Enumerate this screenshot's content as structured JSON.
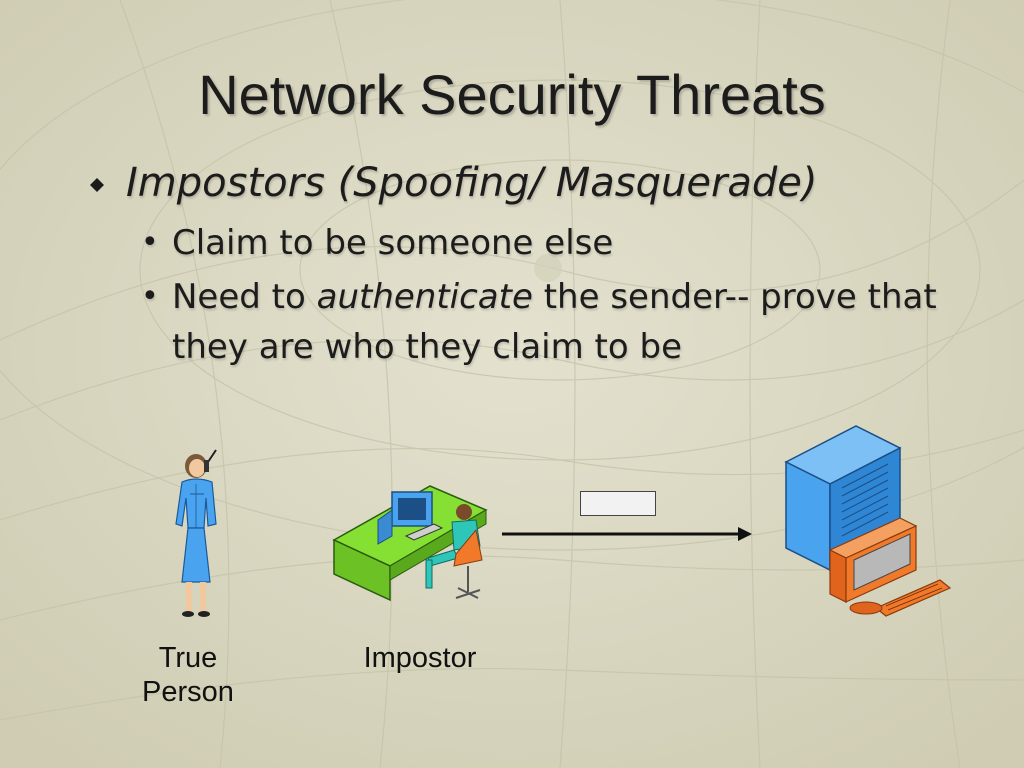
{
  "slide": {
    "title": "Network Security Threats",
    "bullet_main": "Impostors (Spoofing/ Masquerade)",
    "sub_bullets": {
      "b1": {
        "text": "Claim to be someone else"
      },
      "b2": {
        "before": "Need to ",
        "emphasis": "authenticate",
        "after": " the sender-- prove that they are who they claim to be"
      }
    },
    "captions": {
      "true_person_line1": "True",
      "true_person_line2": "Person",
      "impostor": "Impostor"
    },
    "glyphs": {
      "bullet_main": "diamond-bullet",
      "bullet_sub": "•"
    }
  },
  "colors": {
    "background": "#dcdac4",
    "text": "#1c1c1c",
    "desk": "#86e034",
    "server": "#4aa3ee",
    "monitor": "#f07a2a"
  },
  "icons": [
    "woman-phone-icon",
    "computer-desk-icon",
    "arrow-icon",
    "message-box-icon",
    "server-computer-icon"
  ]
}
